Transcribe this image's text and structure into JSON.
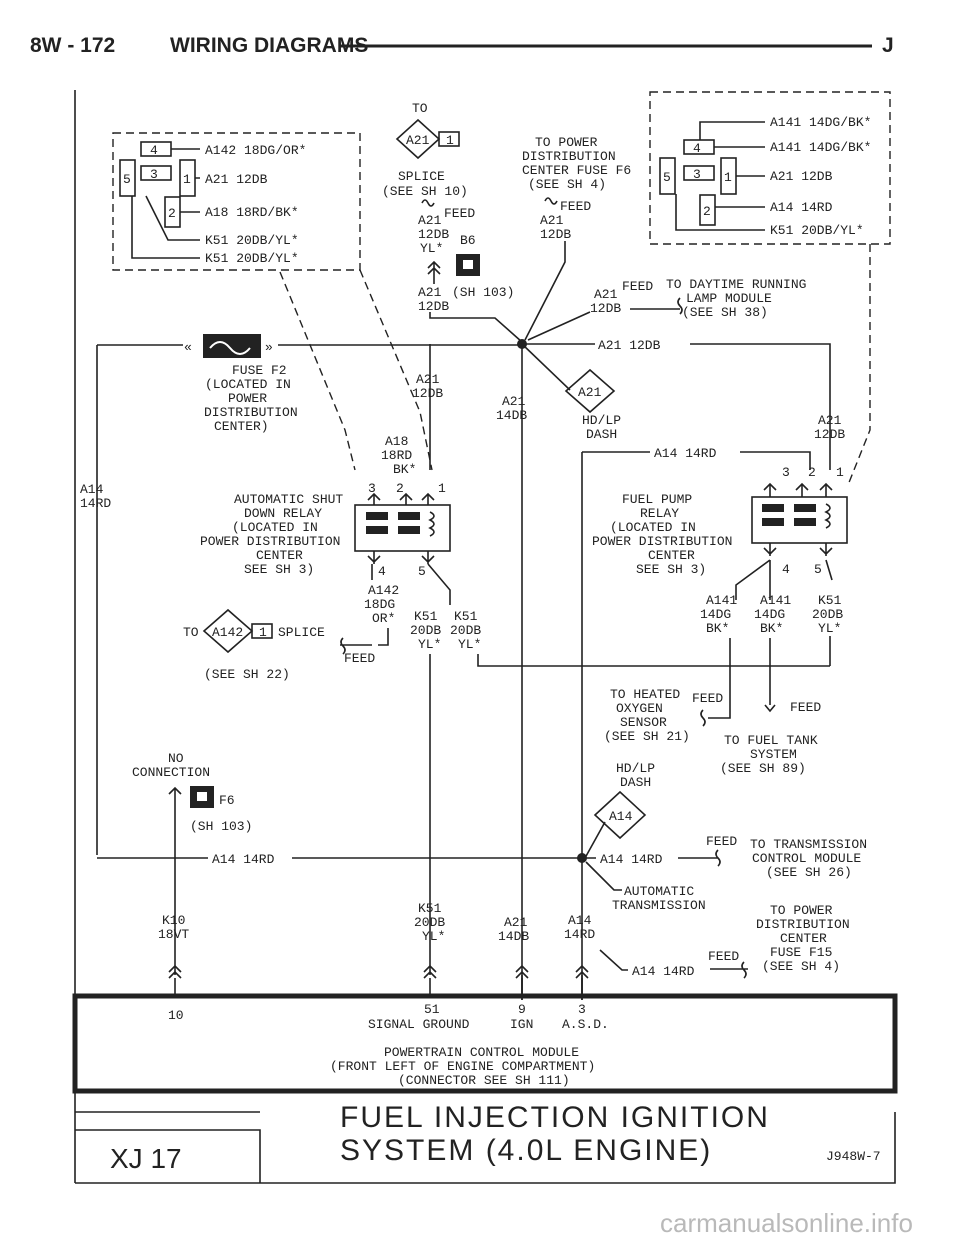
{
  "header": {
    "page": "8W - 172",
    "section": "WIRING DIAGRAMS",
    "letter": "J"
  },
  "footer": {
    "title_line1": "FUEL INJECTION IGNITION",
    "title_line2": "SYSTEM (4.0L ENGINE)",
    "model": "XJ 17",
    "figure_code": "J948W-7",
    "watermark": "carmanualsonline.info"
  },
  "left_connector": {
    "pins": [
      "4",
      "5",
      "3",
      "1",
      "2"
    ],
    "wires": [
      "A142 18DG/OR*",
      "A21 12DB",
      "A18 18RD/BK*",
      "K51 20DB/YL*",
      "K51 20DB/YL*"
    ]
  },
  "right_connector": {
    "pins": [
      "4",
      "5",
      "3",
      "1",
      "2"
    ],
    "wires": [
      "A141 14DG/BK*",
      "A141 14DG/BK*",
      "A21 12DB",
      "A14 14RD",
      "K51 20DB/YL*"
    ]
  },
  "top_center": {
    "to": "TO",
    "a21_splice": "A21",
    "splice_pin": "1",
    "splice_label": "SPLICE",
    "see_sh10": "(SEE SH 10)",
    "feed_a21": "A21",
    "feed": "FEED",
    "wire_12db": "12DB",
    "wire_ylx": "YL*",
    "b6": "B6",
    "a21_lower": "A21",
    "sh103": "(SH 103)",
    "a21_12db": "12DB"
  },
  "power_dist": {
    "line1": "TO POWER",
    "line2": "DISTRIBUTION",
    "line3": "CENTER FUSE F6",
    "line4": "(SEE SH 4)",
    "feed": "FEED",
    "wire1": "A21",
    "wire2": "12DB"
  },
  "daytime": {
    "wire1": "A21",
    "wire2": "12DB",
    "feed": "FEED",
    "line1": "TO DAYTIME RUNNING",
    "line2": "LAMP MODULE",
    "line3": "(SEE SH 38)"
  },
  "fuse": {
    "label": "FUSE F2",
    "loc1": "(LOCATED IN",
    "loc2": "POWER",
    "loc3": "DISTRIBUTION",
    "loc4": "CENTER)"
  },
  "bus": {
    "a21_12db": "A21 12DB",
    "a21_left": "A21",
    "a21_left_ga": "12DB",
    "a21_mid": "A21",
    "a21_mid_ga": "14DB",
    "hdlp1": "HD/LP",
    "hdlp2": "DASH",
    "a21_conn": "A21",
    "a21_right": "A21",
    "a21_right_ga": "12DB",
    "a14_14rd": "A14 14RD",
    "a14_left": "A14",
    "a14_left_ga": "14RD"
  },
  "asd_relay": {
    "name1": "AUTOMATIC SHUT",
    "name2": "DOWN RELAY",
    "loc1": "(LOCATED IN",
    "loc2": "POWER DISTRIBUTION",
    "loc3": "CENTER",
    "loc4": "SEE SH 3)",
    "pins": [
      "3",
      "2",
      "1",
      "4",
      "5"
    ],
    "a18": "A18",
    "a18_ga": "18RD",
    "a18_col": "BK*",
    "a142": "A142",
    "a142_ga": "18DG",
    "a142_col": "OR*",
    "k51a": "K51",
    "k51a_ga": "20DB",
    "k51a_col": "YL*",
    "k51b": "K51",
    "k51b_ga": "20DB",
    "k51b_col": "YL*"
  },
  "splice_a142": {
    "to": "TO",
    "conn": "A142",
    "pin": "1",
    "splice": "SPLICE",
    "feed": "FEED",
    "see": "(SEE SH 22)"
  },
  "fp_relay": {
    "name1": "FUEL PUMP",
    "name2": "RELAY",
    "loc1": "(LOCATED IN",
    "loc2": "POWER DISTRIBUTION",
    "loc3": "CENTER",
    "loc4": "SEE SH 3)",
    "pins": [
      "3",
      "2",
      "1",
      "4",
      "5"
    ],
    "a141a": "A141",
    "a141a_ga": "14DG",
    "a141a_col": "BK*",
    "a141b": "A141",
    "a141b_ga": "14DG",
    "a141b_col": "BK*",
    "k51": "K51",
    "k51_ga": "20DB",
    "k51_col": "YL*"
  },
  "o2": {
    "line1": "TO HEATED",
    "line2": "OXYGEN",
    "line3": "SENSOR",
    "line4": "(SEE SH 21)",
    "feed": "FEED"
  },
  "fuel_tank": {
    "feed": "FEED",
    "line1": "TO FUEL TANK",
    "line2": "SYSTEM",
    "line3": "(SEE SH 89)"
  },
  "no_conn": {
    "line1": "NO",
    "line2": "CONNECTION",
    "f6": "F6",
    "sh103": "(SH 103)"
  },
  "lower": {
    "hdlp1": "HD/LP",
    "hdlp2": "DASH",
    "a14_conn": "A14",
    "a14_14rd_left": "A14 14RD",
    "a14_14rd_trans": "A14 14RD",
    "trans_feed": "FEED",
    "trans1": "TO TRANSMISSION",
    "trans2": "CONTROL MODULE",
    "trans3": "(SEE SH 26)",
    "at1": "AUTOMATIC",
    "at2": "TRANSMISSION",
    "pdc_feed": "FEED",
    "a14_14rd_pdc": "A14 14RD",
    "pdc1": "TO POWER",
    "pdc2": "DISTRIBUTION",
    "pdc3": "CENTER",
    "pdc4": "FUSE F15",
    "pdc5": "(SEE SH 4)"
  },
  "pcm_wires": {
    "k10": "K10",
    "k10_ga": "18VT",
    "k51": "K51",
    "k51_ga": "20DB",
    "k51_col": "YL*",
    "a21": "A21",
    "a21_ga": "14DB",
    "a14": "A14",
    "a14_ga": "14RD"
  },
  "pcm": {
    "pin10": "10",
    "pin51": "51",
    "pin9": "9",
    "pin3": "3",
    "signal_ground": "SIGNAL GROUND",
    "ign": "IGN",
    "asd": "A.S.D.",
    "name1": "POWERTRAIN CONTROL MODULE",
    "name2": "(FRONT LEFT OF ENGINE COMPARTMENT)",
    "name3": "(CONNECTOR SEE SH 111)"
  }
}
